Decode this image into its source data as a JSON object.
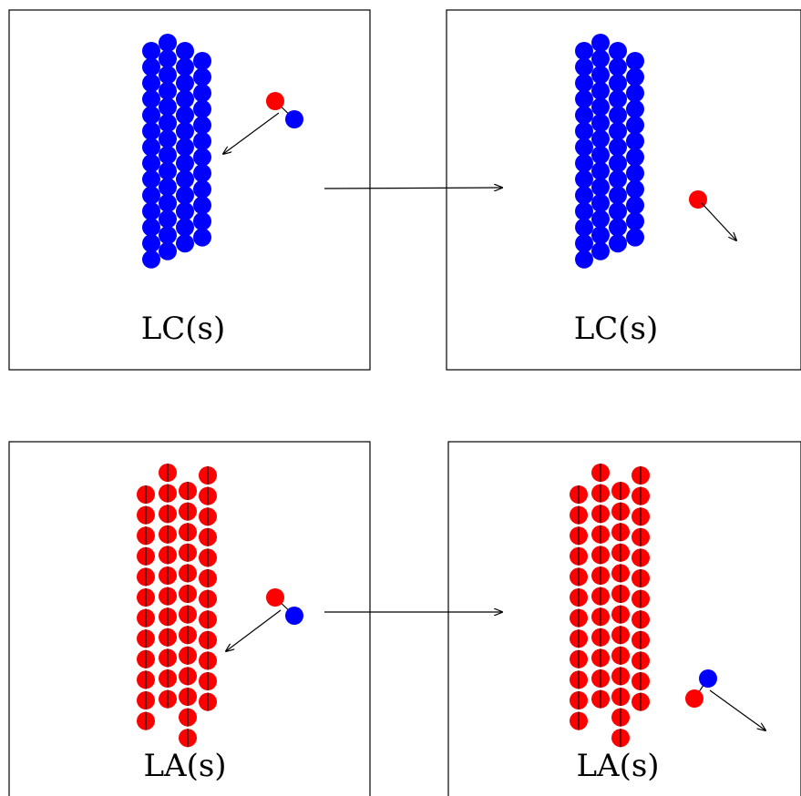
{
  "panels": [
    {
      "id": "lc-before",
      "label": "LC(s)",
      "lattice": "cation"
    },
    {
      "id": "lc-after",
      "label": "LC(s)",
      "lattice": "cation"
    },
    {
      "id": "la-before",
      "label": "LA(s)",
      "lattice": "anion"
    },
    {
      "id": "la-after",
      "label": "LA(s)",
      "lattice": "anion"
    }
  ],
  "colors": {
    "cation": "#0000ff",
    "anion": "#ff0000",
    "line": "#000000",
    "frame": "#000000"
  }
}
